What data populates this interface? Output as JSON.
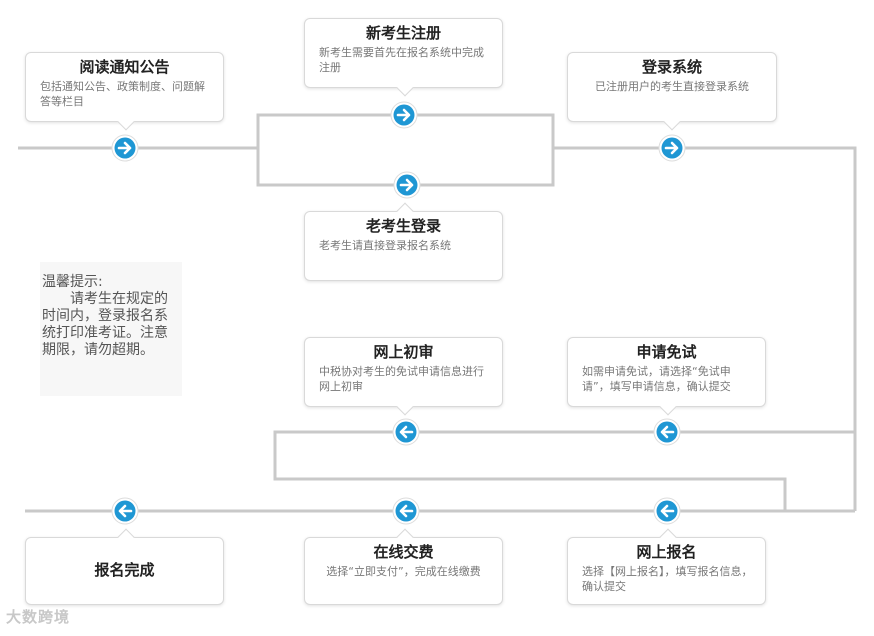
{
  "colors": {
    "line": "#c9c9c9",
    "node": "#1f97d4",
    "node_ring": "#ffffff"
  },
  "steps": {
    "read_notice": {
      "title": "阅读通知公告",
      "desc": "包括通知公告、政策制度、问题解答等栏目"
    },
    "new_register": {
      "title": "新考生注册",
      "desc": "新考生需要首先在报名系统中完成注册"
    },
    "login": {
      "title": "登录系统",
      "desc": "已注册用户的考生直接登录系统"
    },
    "old_login": {
      "title": "老考生登录",
      "desc": "老考生请直接登录报名系统"
    },
    "review": {
      "title": "网上初审",
      "desc": "中税协对考生的免试申请信息进行网上初审"
    },
    "exemption": {
      "title": "申请免试",
      "desc": "如需申请免试，请选择“免试申请”，填写申请信息，确认提交"
    },
    "complete": {
      "title": "报名完成"
    },
    "payment": {
      "title": "在线交费",
      "desc": "选择“立即支付”，完成在线缴费"
    },
    "apply": {
      "title": "网上报名",
      "desc": "选择【网上报名】，填写报名信息，确认提交"
    }
  },
  "tip": {
    "heading": "温馨提示:",
    "body": "请考生在规定的时间内，登录报名系统打印准考证。注意期限，请勿超期。"
  },
  "watermark": "大数跨境",
  "node_icons": {
    "right": "arrow-right-icon",
    "left": "arrow-left-icon"
  }
}
